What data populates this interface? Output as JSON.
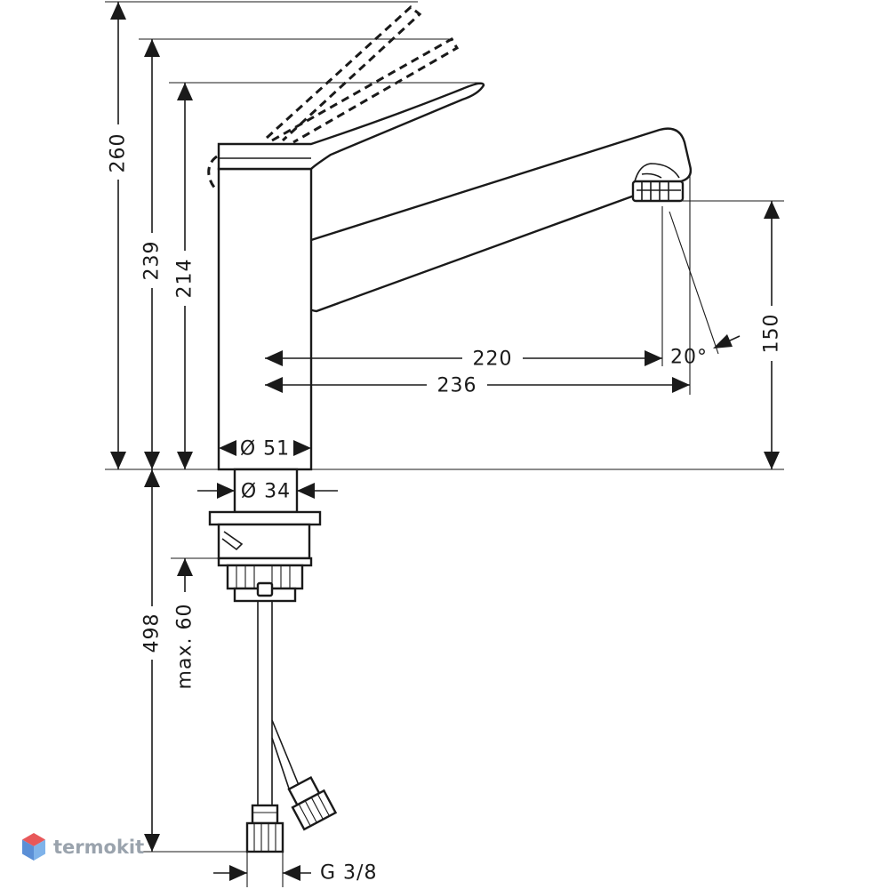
{
  "dimensions": {
    "overall_height": "260",
    "lever_height": "239",
    "body_height": "214",
    "spout_height": "150",
    "reach_inner": "220",
    "reach_outer": "236",
    "spray_angle": "20°",
    "body_diameter": "Ø 51",
    "mount_diameter": "Ø 34",
    "below_deck": "498",
    "max_deck": "max. 60",
    "connection": "G 3/8"
  },
  "watermark": {
    "brand": "termokit",
    "colors": [
      "#e8585a",
      "#5b8fd6",
      "#7fb3ea"
    ]
  }
}
